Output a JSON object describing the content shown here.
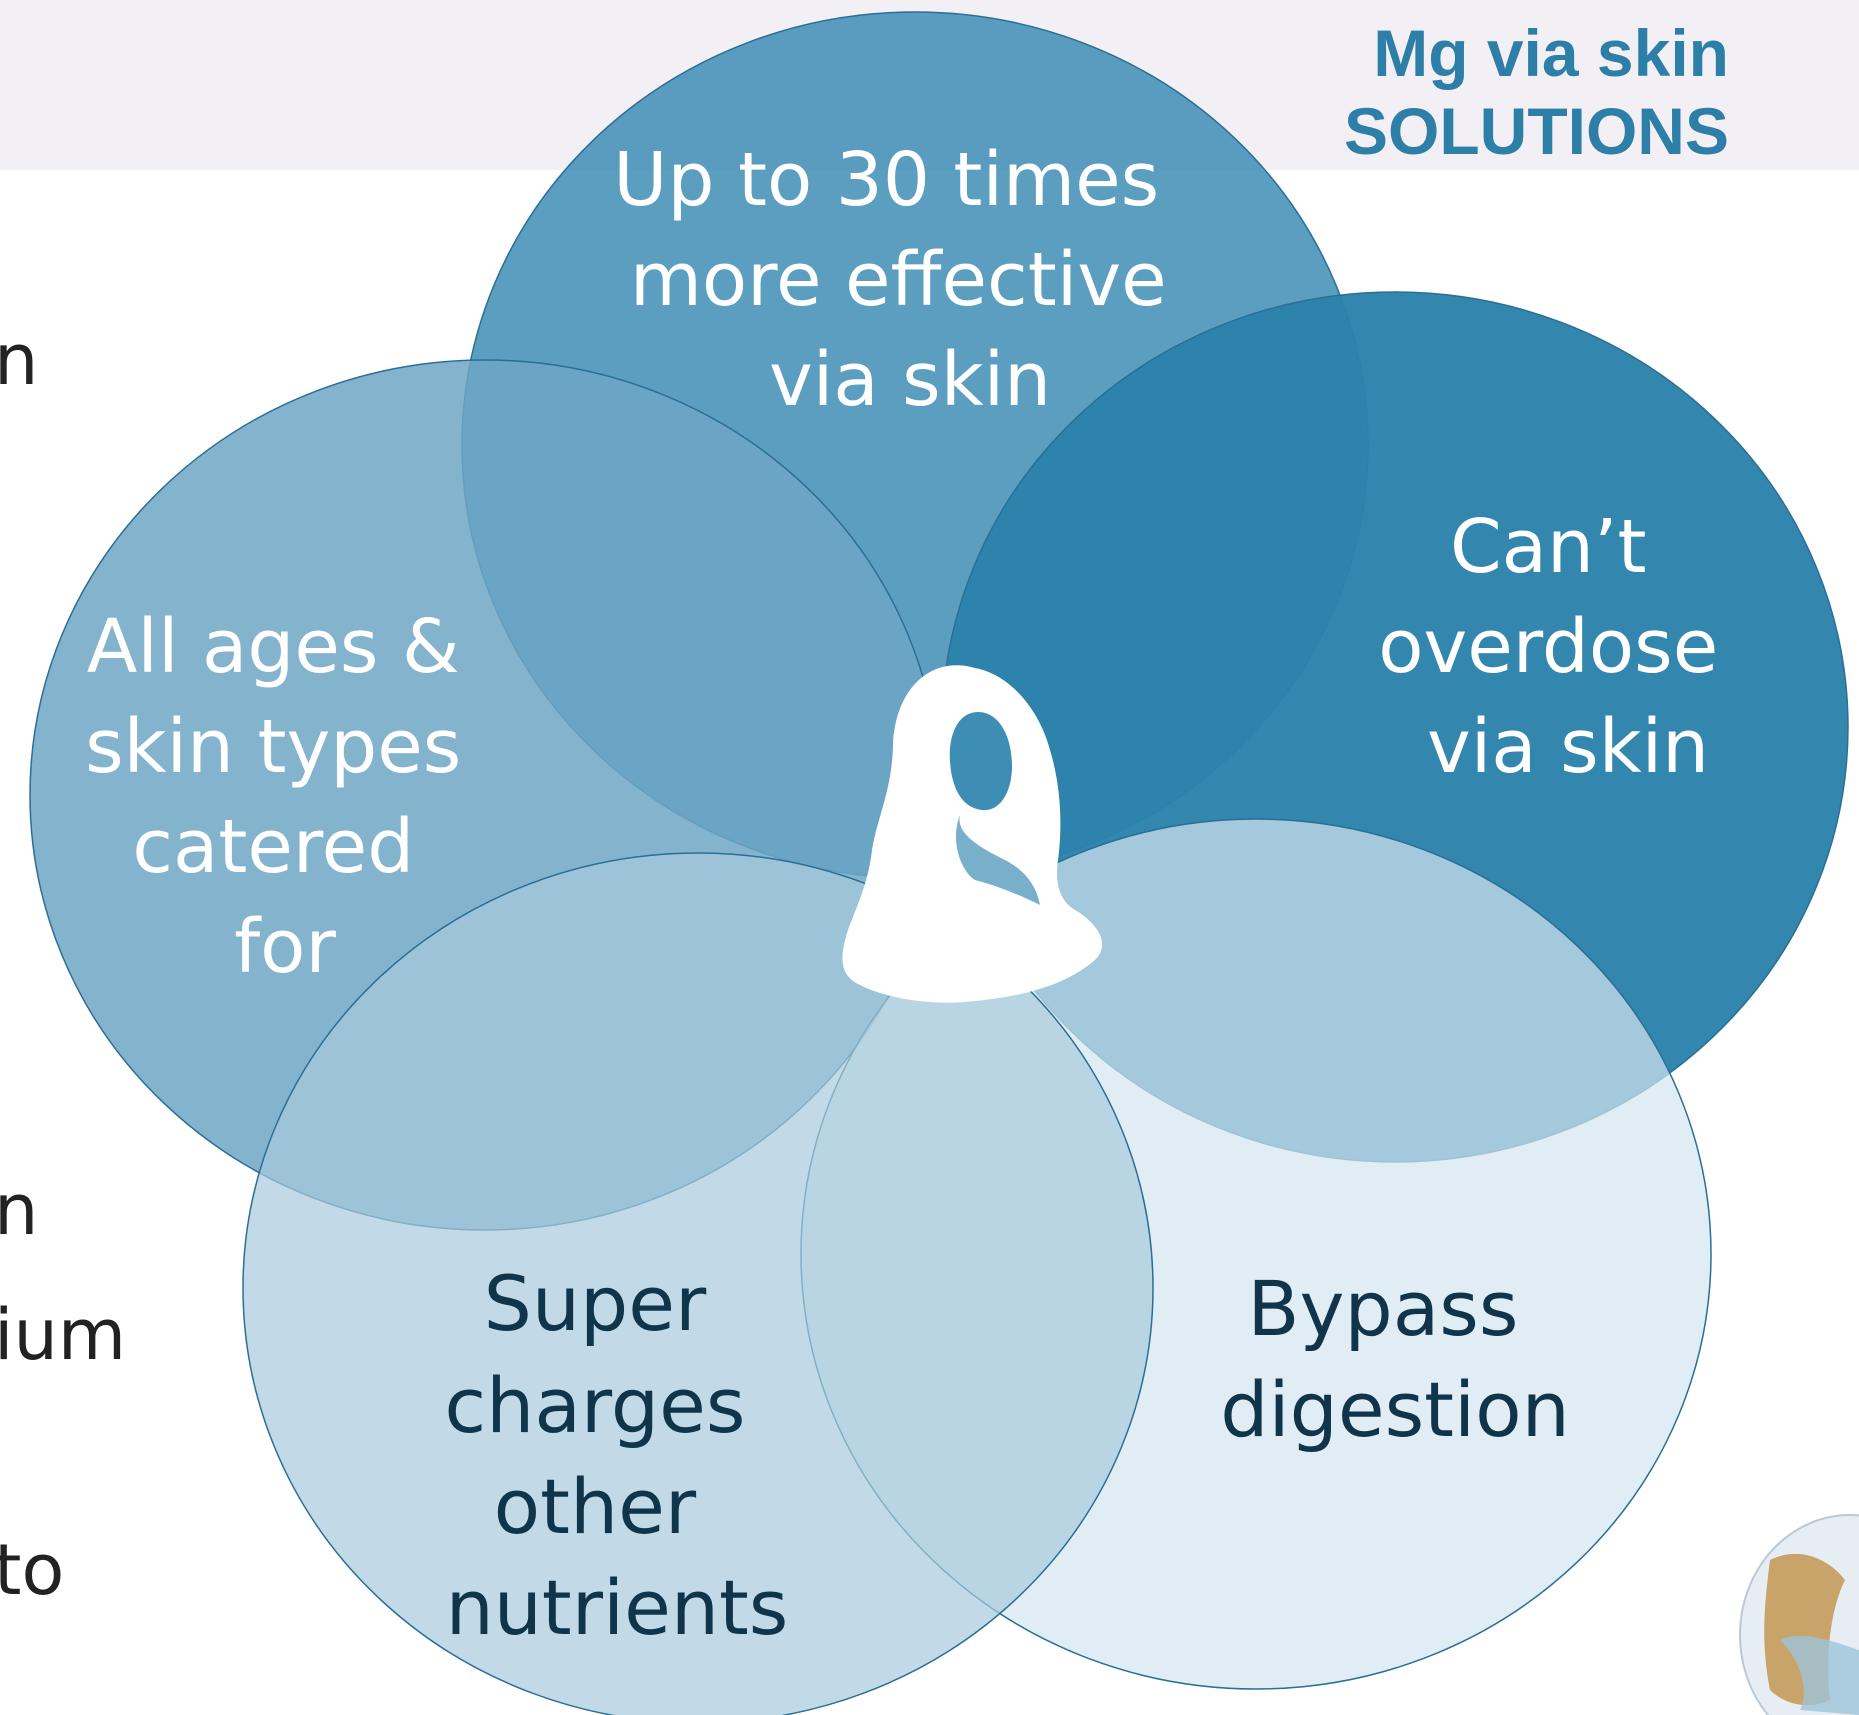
{
  "header": {
    "title_line1": "Mg via skin",
    "title_line2": "SOLUTIONS"
  },
  "left_fragments": [
    "n",
    "n",
    "ium",
    "to"
  ],
  "venn": {
    "circles": [
      {
        "id": "top",
        "label_lines": [
          "Up to 30 times",
          "more effective",
          "via skin"
        ],
        "color": "#3e8db5"
      },
      {
        "id": "left",
        "label_lines": [
          "All ages &",
          "skin types",
          "catered",
          "for"
        ],
        "color": "#6fa6c6"
      },
      {
        "id": "right",
        "label_lines": [
          "Can’t",
          "overdose",
          "via skin"
        ],
        "color": "#2c82ab"
      },
      {
        "id": "bottom-left",
        "label_lines": [
          "Super",
          "charges",
          "other",
          "nutrients"
        ],
        "color": "#a8cadd"
      },
      {
        "id": "bottom-right",
        "label_lines": [
          "Bypass",
          "digestion"
        ],
        "color": "#d4e6f0"
      }
    ],
    "center_icon": "woman-portrait-icon"
  },
  "corner_icon": "logo-portrait-icon",
  "colors": {
    "header_band": "#f2f0f4",
    "title": "#2e7fa8",
    "light_label": "#ffffff",
    "dark_label": "#10344a"
  }
}
